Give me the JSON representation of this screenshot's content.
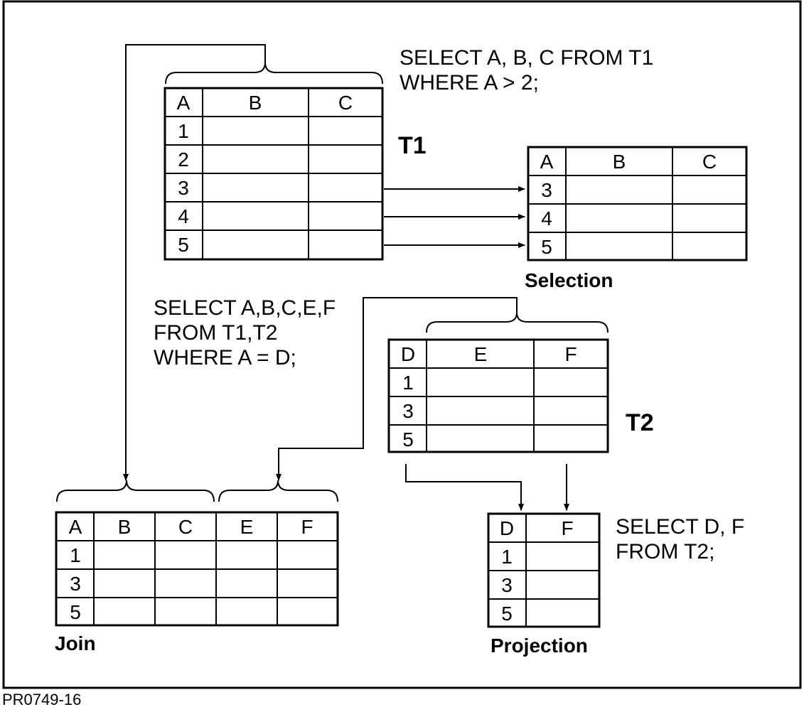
{
  "queries": {
    "selection_sql": [
      "SELECT A, B, C FROM T1",
      "WHERE A > 2;"
    ],
    "join_sql": [
      "SELECT A,B,C,E,F",
      "FROM T1,T2",
      "WHERE A = D;"
    ],
    "projection_sql": [
      "SELECT D, F",
      "FROM T2;"
    ]
  },
  "tables": {
    "t1": {
      "name": "T1",
      "headers": [
        "A",
        "B",
        "C"
      ],
      "rows": [
        "1",
        "2",
        "3",
        "4",
        "5"
      ]
    },
    "selection": {
      "name": "Selection",
      "headers": [
        "A",
        "B",
        "C"
      ],
      "rows": [
        "3",
        "4",
        "5"
      ]
    },
    "t2": {
      "name": "T2",
      "headers": [
        "D",
        "E",
        "F"
      ],
      "rows": [
        "1",
        "3",
        "5"
      ]
    },
    "join": {
      "name": "Join",
      "headers": [
        "A",
        "B",
        "C",
        "E",
        "F"
      ],
      "rows": [
        "1",
        "3",
        "5"
      ]
    },
    "projection": {
      "name": "Projection",
      "headers": [
        "D",
        "F"
      ],
      "rows": [
        "1",
        "3",
        "5"
      ]
    }
  },
  "figure_code": "PR0749-16"
}
